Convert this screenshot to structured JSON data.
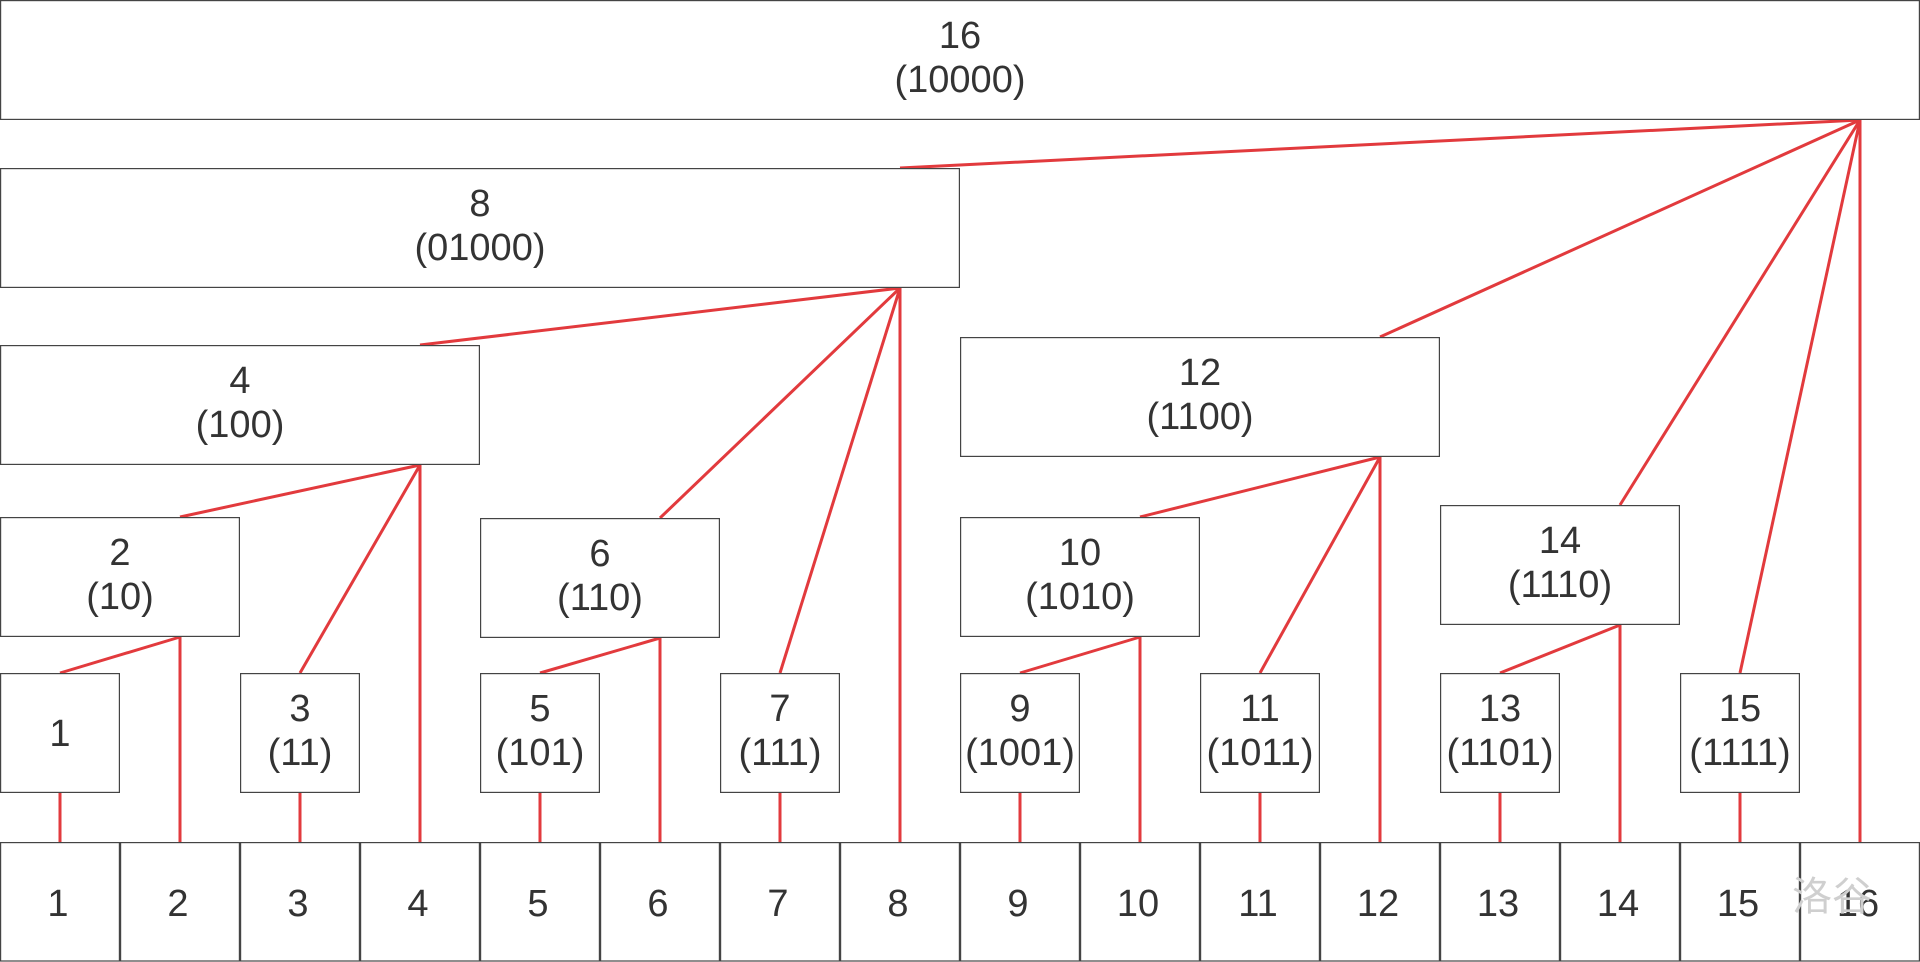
{
  "tree_nodes": [
    {
      "index": 16,
      "label": "16",
      "binary": "(10000)"
    },
    {
      "index": 8,
      "label": "8",
      "binary": "(01000)"
    },
    {
      "index": 4,
      "label": "4",
      "binary": "(100)"
    },
    {
      "index": 12,
      "label": "12",
      "binary": "(1100)"
    },
    {
      "index": 2,
      "label": "2",
      "binary": "(10)"
    },
    {
      "index": 6,
      "label": "6",
      "binary": "(110)"
    },
    {
      "index": 10,
      "label": "10",
      "binary": "(1010)"
    },
    {
      "index": 14,
      "label": "14",
      "binary": "(1110)"
    },
    {
      "index": 1,
      "label": "1",
      "binary": ""
    },
    {
      "index": 3,
      "label": "3",
      "binary": "(11)"
    },
    {
      "index": 5,
      "label": "5",
      "binary": "(101)"
    },
    {
      "index": 7,
      "label": "7",
      "binary": "(111)"
    },
    {
      "index": 9,
      "label": "9",
      "binary": "(1001)"
    },
    {
      "index": 11,
      "label": "11",
      "binary": "(1011)"
    },
    {
      "index": 13,
      "label": "13",
      "binary": "(1101)"
    },
    {
      "index": 15,
      "label": "15",
      "binary": "(1111)"
    }
  ],
  "array_cells": [
    "1",
    "2",
    "3",
    "4",
    "5",
    "6",
    "7",
    "8",
    "9",
    "10",
    "11",
    "12",
    "13",
    "14",
    "15",
    "16"
  ],
  "edges": [
    [
      8,
      16
    ],
    [
      12,
      16
    ],
    [
      14,
      16
    ],
    [
      15,
      16
    ],
    [
      "a16",
      16
    ],
    [
      4,
      8
    ],
    [
      6,
      8
    ],
    [
      7,
      8
    ],
    [
      "a8",
      8
    ],
    [
      2,
      4
    ],
    [
      3,
      4
    ],
    [
      "a4",
      4
    ],
    [
      10,
      12
    ],
    [
      11,
      12
    ],
    [
      "a12",
      12
    ],
    [
      13,
      14
    ],
    [
      "a14",
      14
    ],
    [
      1,
      2
    ],
    [
      "a2",
      2
    ],
    [
      5,
      6
    ],
    [
      "a6",
      6
    ],
    [
      9,
      10
    ],
    [
      "a10",
      10
    ],
    [
      "a1",
      1
    ],
    [
      "a3",
      3
    ],
    [
      "a5",
      5
    ],
    [
      "a7",
      7
    ],
    [
      "a9",
      9
    ],
    [
      "a11",
      11
    ],
    [
      "a13",
      13
    ],
    [
      "a15",
      15
    ]
  ],
  "watermark": "洛谷",
  "colors": {
    "edge": "#e23a3d",
    "box_stroke": "#444444",
    "text": "#333333"
  }
}
